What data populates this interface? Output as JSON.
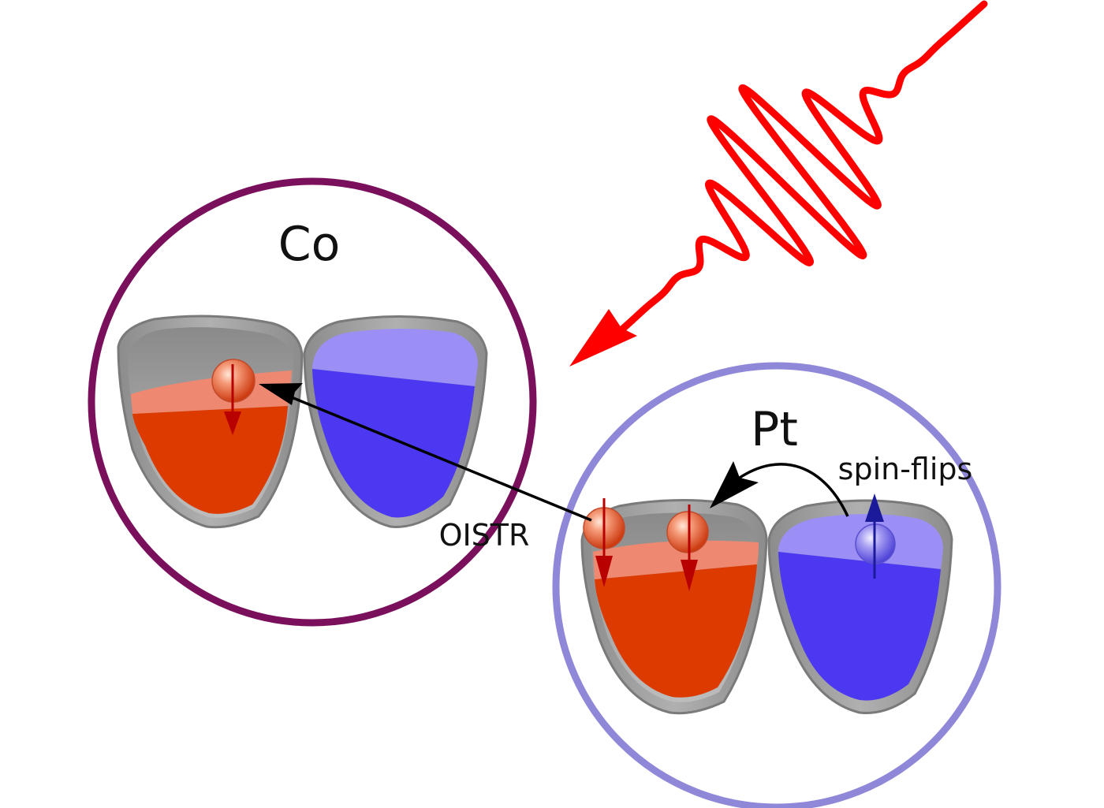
{
  "colors": {
    "co_ring": "#7a0f5c",
    "pt_ring": "#8f88d8",
    "laser": "#ff0000",
    "spin_down_fill": "#dd3a00",
    "spin_down_light": "#ee8870",
    "spin_up_fill": "#4b38f0",
    "spin_up_light": "#9b8ff5",
    "cup_wall": "#9a9a9a",
    "arrow_black": "#000000",
    "spin_down_arrow": "#b80000",
    "spin_up_arrow": "#1a1a9a"
  },
  "labels": {
    "co": "Co",
    "pt": "Pt",
    "oistr": "OISTR",
    "spin_flips": "spin-flips"
  },
  "icons": {
    "laser": "laser-pulse-icon",
    "electron": "electron-sphere-icon"
  }
}
